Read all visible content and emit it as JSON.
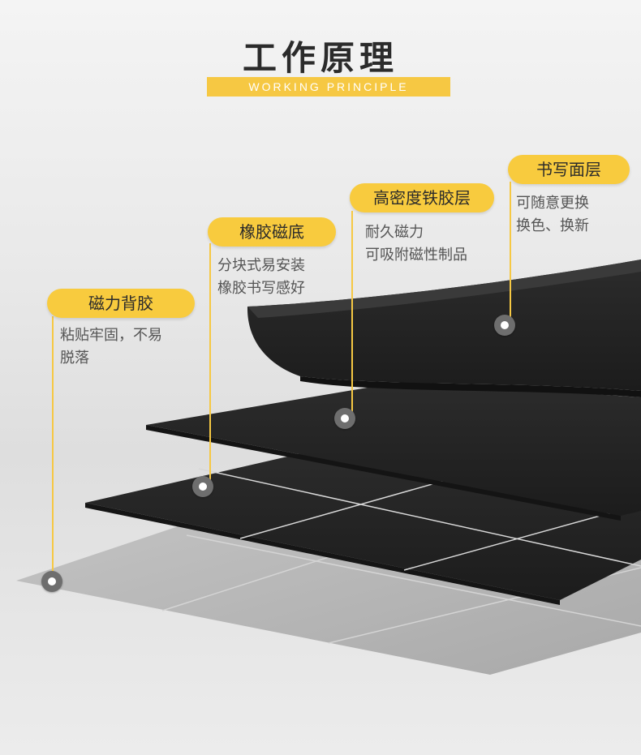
{
  "header": {
    "title": "工作原理",
    "subtitle": "WORKING PRINCIPLE"
  },
  "colors": {
    "accent_yellow": "#f8cb3e",
    "layer_black": "#232323",
    "base_gray": "#b8b8b8",
    "text_gray": "#555555"
  },
  "layers": [
    {
      "label": "磁力背胶",
      "desc": [
        "粘贴牢固，不易",
        "脱落"
      ]
    },
    {
      "label": "橡胶磁底",
      "desc": [
        "分块式易安装",
        "橡胶书写感好"
      ]
    },
    {
      "label": "高密度铁胶层",
      "desc": [
        "耐久磁力",
        "可吸附磁性制品"
      ]
    },
    {
      "label": "书写面层",
      "desc": [
        "可随意更换",
        "换色、换新"
      ]
    }
  ]
}
